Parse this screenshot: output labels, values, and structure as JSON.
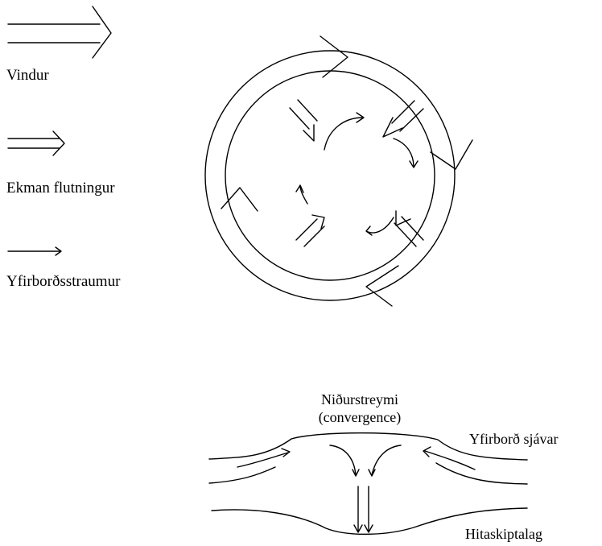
{
  "legend": {
    "wind": "Vindur",
    "ekman": "Ekman flutningur",
    "surface_current": "Yfirborðsstraumur"
  },
  "cross_section": {
    "downwelling": "Niðurstreymi",
    "convergence": "(convergence)",
    "sea_surface": "Yfirborð sjávar",
    "thermocline": "Hitaskiptalag"
  }
}
